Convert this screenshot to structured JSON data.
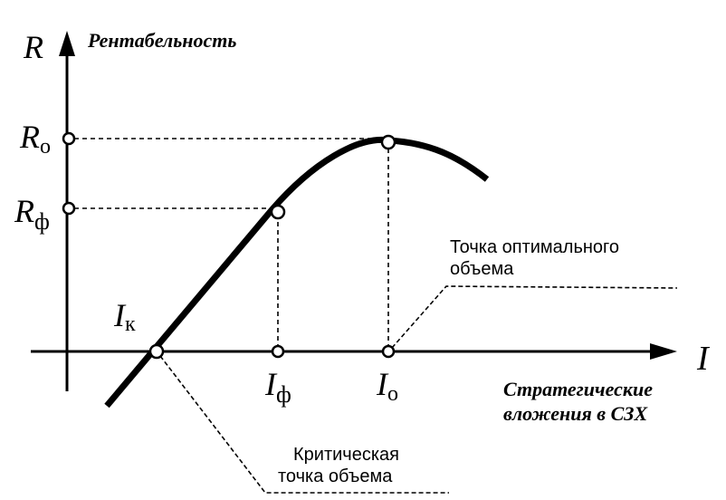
{
  "diagram": {
    "y_axis_symbol": "R",
    "y_axis_name": "Рентабельность",
    "x_axis_symbol": "I",
    "x_axis_name_line1": "Стратегические",
    "x_axis_name_line2": "вложения в СЗХ",
    "r_opt": {
      "main": "R",
      "sub": "о"
    },
    "r_fact": {
      "main": "R",
      "sub": "ф"
    },
    "i_crit": {
      "main": "I",
      "sub": "к"
    },
    "i_fact": {
      "main": "I",
      "sub": "ф"
    },
    "i_opt": {
      "main": "I",
      "sub": "о"
    },
    "optimal_point_label_line1": "Точка оптимального",
    "optimal_point_label_line2": "объема",
    "critical_point_label_line1": "Критическая",
    "critical_point_label_line2": "точка объема"
  },
  "colors": {
    "ink": "#000000",
    "background": "#ffffff"
  }
}
